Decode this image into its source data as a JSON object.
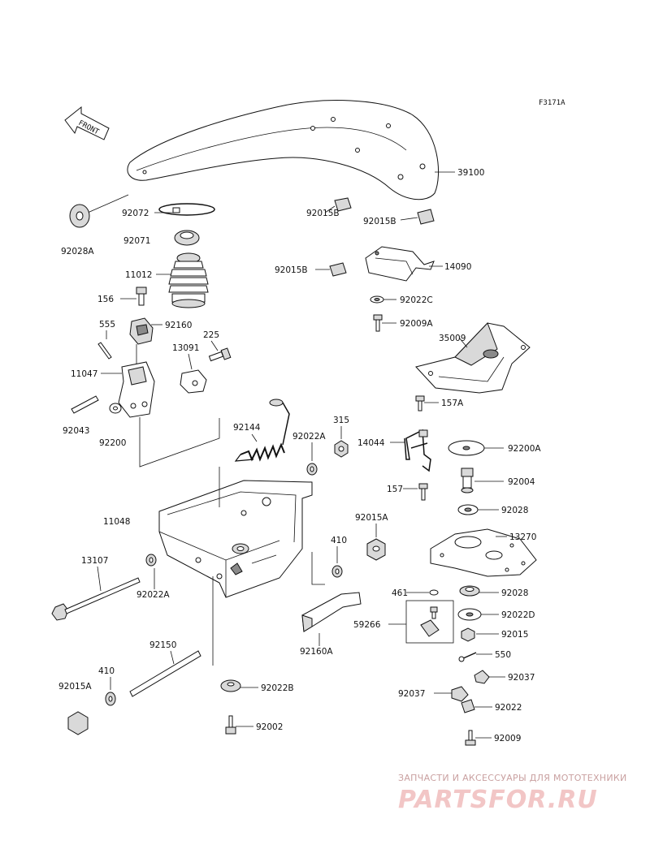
{
  "figure_code": "F3171A",
  "front_label": "FRONT",
  "parts": {
    "p39100": "39100",
    "p92028A": "92028A",
    "p92072": "92072",
    "p92071": "92071",
    "p11012": "11012",
    "p156": "156",
    "p555": "555",
    "p92160": "92160",
    "p225": "225",
    "p13091": "13091",
    "p11047": "11047",
    "p92043": "92043",
    "p92200": "92200",
    "p92144": "92144",
    "p92022A_top": "92022A",
    "p315": "315",
    "p14044": "14044",
    "p92200A": "92200A",
    "p92015B_1": "92015B",
    "p92015B_2": "92015B",
    "p92015B_3": "92015B",
    "p14090": "14090",
    "p92022C": "92022C",
    "p92009A": "92009A",
    "p35009": "35009",
    "p157A": "157A",
    "p157": "157",
    "p92004": "92004",
    "p92028_1": "92028",
    "p92015A": "92015A",
    "p13270": "13270",
    "p11048": "11048",
    "p410_1": "410",
    "p13107": "13107",
    "p92022A_bottom": "92022A",
    "p461": "461",
    "p92028_2": "92028",
    "p92022D": "92022D",
    "p59266": "59266",
    "p92015": "92015",
    "p92160A": "92160A",
    "p550": "550",
    "p92150": "92150",
    "p410_2": "410",
    "p92015A_2": "92015A",
    "p92022B": "92022B",
    "p92037_1": "92037",
    "p92037_2": "92037",
    "p92022": "92022",
    "p92002": "92002",
    "p92009": "92009"
  },
  "watermark": {
    "caption": "ЗАПЧАСТИ И АКСЕССУАРЫ ДЛЯ МОТОТЕХНИКИ",
    "brand": "PARTSFOR.RU"
  }
}
